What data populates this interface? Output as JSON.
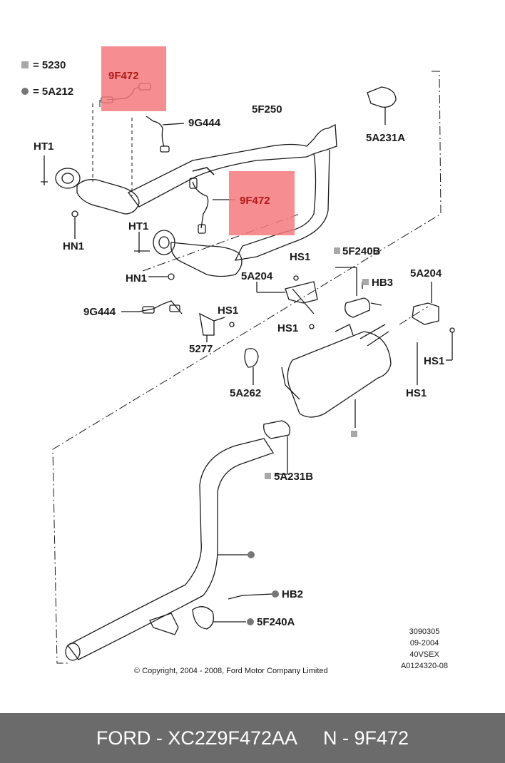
{
  "legend": {
    "square_label": "= 5230",
    "circle_label": "= 5A212"
  },
  "highlighted_part": "9F472",
  "highlight_color": "#f4797c",
  "labels": {
    "part_9F472_upper": "9F472",
    "part_9F472_lower": "9F472",
    "part_9G444_upper": "9G444",
    "part_9G444_lower": "9G444",
    "part_5F250": "5F250",
    "part_5A231A": "5A231A",
    "part_HT1_upper": "HT1",
    "part_HT1_lower": "HT1",
    "part_HN1_upper": "HN1",
    "part_HN1_lower": "HN1",
    "part_HS1_a": "HS1",
    "part_HS1_b": "HS1",
    "part_HS1_c": "HS1",
    "part_HS1_d": "HS1",
    "part_HS1_e": "HS1",
    "part_5F240B": "5F240B",
    "part_HB3": "HB3",
    "part_5A204_left": "5A204",
    "part_5A204_right": "5A204",
    "part_5277": "5277",
    "part_5A262": "5A262",
    "part_5A231B": "5A231B",
    "part_HB2": "HB2",
    "part_5F240A": "5F240A"
  },
  "meta": {
    "line1": "3090305",
    "line2": "09-2004",
    "line3": "40VSEX",
    "line4": "A0124320-08"
  },
  "copyright": "© Copyright, 2004 - 2008, Ford Motor Company Limited",
  "footer": {
    "text": "FORD - XC2Z9F472AA     N - 9F472"
  }
}
